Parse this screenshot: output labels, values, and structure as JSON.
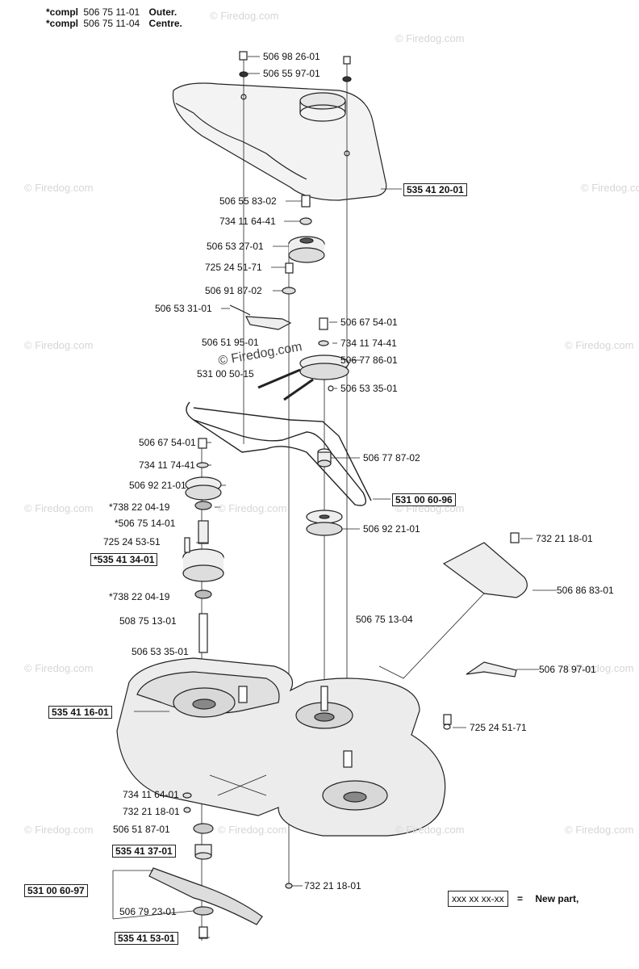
{
  "header": {
    "line1": {
      "prefix": "*compl",
      "number": "506 75 11-01",
      "desc": "Outer."
    },
    "line2": {
      "prefix": "*compl",
      "number": "506 75 11-04",
      "desc": "Centre."
    }
  },
  "watermark": "© Firedog.com",
  "legend": {
    "box": "xxx xx xx-xx",
    "equals": "=",
    "text": "New part,"
  },
  "labels": [
    "506 98 26-01",
    "506 55 97-01",
    "535 41 20-01",
    "506 55 83-02",
    "734 11 64-41",
    "506 53 27-01",
    "725 24 51-71",
    "506 91 87-02",
    "506 53 31-01",
    "506 67 54-01",
    "506 51 95-01",
    "734 11 74-41",
    "506 77 86-01",
    "531 00 50-15",
    "506 53 35-01",
    "506 67 54-01",
    "506 77 87-02",
    "734 11 74-41",
    "506 92 21-01",
    "531 00 60-96",
    "*738 22 04-19",
    "*506 75 14-01",
    "506 92 21-01",
    "725 24 53-51",
    "732 21 18-01",
    "*535 41 34-01",
    "506 86 83-01",
    "*738 22 04-19",
    "506 75 13-04",
    "508 75 13-01",
    "506 53 35-01",
    "506 78 97-01",
    "535 41 16-01",
    "725 24 51-71",
    "734 11 64-01",
    "732 21 18-01",
    "506 51 87-01",
    "535 41 37-01",
    "531 00 60-97",
    "732 21 18-01",
    "506 79 23-01",
    "535 41 53-01"
  ]
}
